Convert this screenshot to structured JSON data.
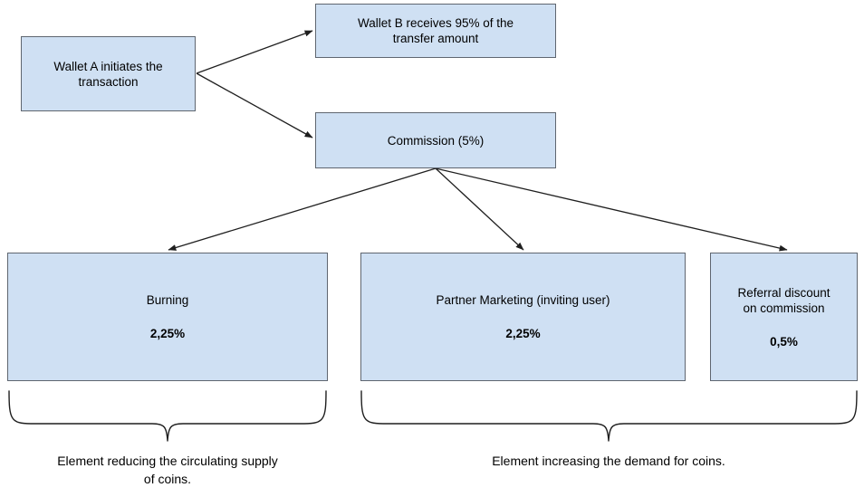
{
  "diagram": {
    "nodes": {
      "wallet_a": {
        "label": "Wallet A initiates the\ntransaction"
      },
      "wallet_b": {
        "label": "Wallet B receives 95% of the\ntransfer amount"
      },
      "commission": {
        "label": "Commission (5%)"
      },
      "burning": {
        "label": "Burning",
        "percent": "2,25%"
      },
      "partner_marketing": {
        "label": "Partner Marketing (inviting user)",
        "percent": "2,25%"
      },
      "referral_discount": {
        "label": "Referral discount\non commission",
        "percent": "0,5%"
      }
    },
    "captions": {
      "left": "Element reducing the circulating supply\nof coins.",
      "right": "Element increasing the demand for coins."
    },
    "colors": {
      "node_fill": "#cfe0f3",
      "node_border": "#5f6670",
      "edge": "#1f1f1f",
      "brace": "#1f1f1f",
      "text": "#000000",
      "background": "#ffffff"
    }
  }
}
